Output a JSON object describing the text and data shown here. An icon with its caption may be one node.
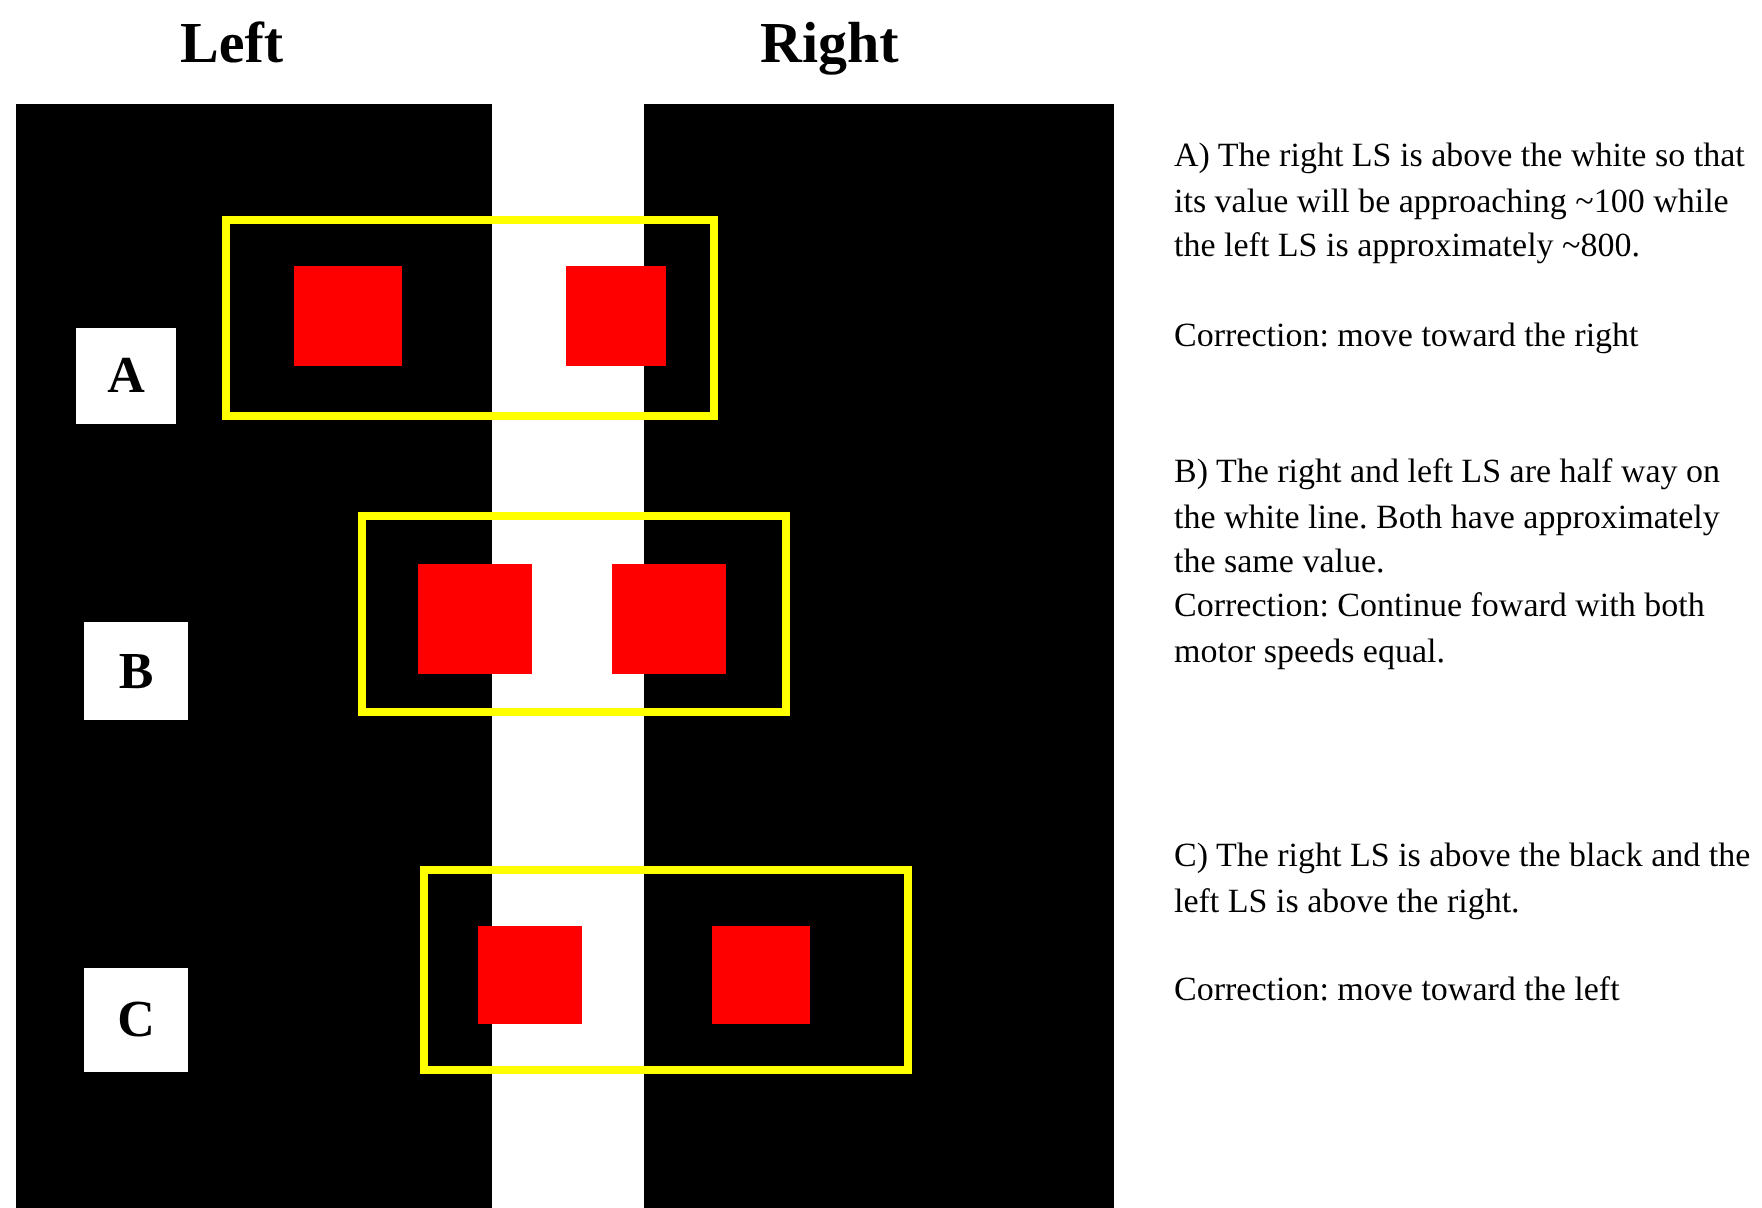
{
  "diagram": {
    "labels": [
      "Left",
      "Right",
      "A) The right LS is above the white so that its value will be approaching ~100 while the left LS is approximately ~800.",
      "Correction: move toward the right",
      "A",
      "B) The right and left LS are half way on the white line. Both have approximately the same value.",
      "Correction: Continue foward with both motor speeds equal.",
      "B",
      "C) The right LS is above the black and the left LS is above the right.",
      "Correction: move toward the left",
      "C"
    ]
  }
}
